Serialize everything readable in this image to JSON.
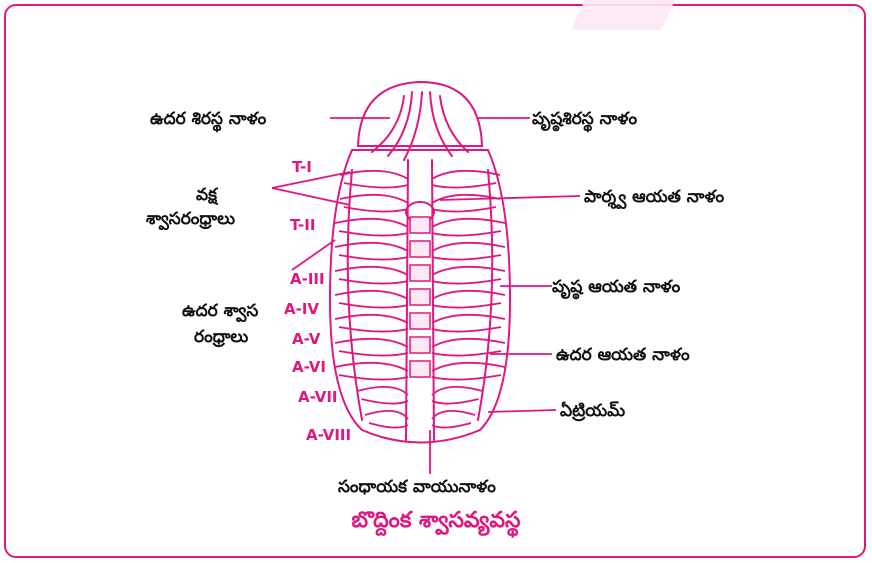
{
  "title": "బొద్దింక శ్వాసవ్యవస్థ",
  "labels": {
    "ventral_cephalic": "ఉదర శిరస్థ నాళం",
    "dorsal_cephalic": "పృష్ఠశిరస్థ నాళం",
    "thoracic_spiracles_1": "వక్ష",
    "thoracic_spiracles_2": "శ్వాసరంధ్రాలు",
    "lateral_longitudinal": "పార్శ్వ ఆయత నాళం",
    "dorsal_longitudinal": "పృష్ఠ ఆయత నాళం",
    "abdominal_spiracles_1": "ఉదర శ్వాస",
    "abdominal_spiracles_2": "రంధ్రాలు",
    "ventral_longitudinal": "ఉదర ఆయత నాళం",
    "atrium": "ఏట్రియమ్",
    "commissural": "సంధాయక వాయునాళం"
  },
  "segments": [
    "T-I",
    "T-II",
    "A-III",
    "A-IV",
    "A-V",
    "A-VI",
    "A-VII",
    "A-VIII"
  ],
  "colors": {
    "accent": "#e0177f",
    "text": "#111111"
  }
}
